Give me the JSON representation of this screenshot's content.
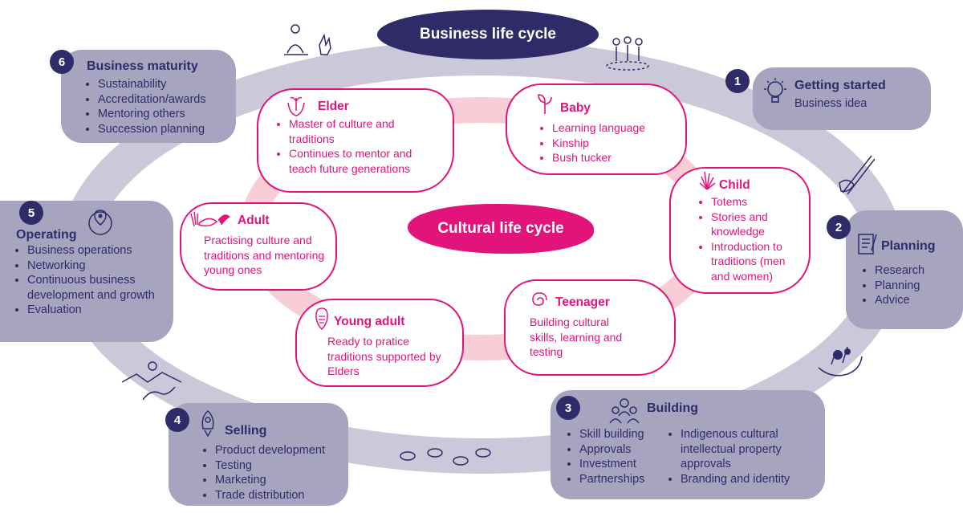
{
  "titles": {
    "business": "Business life cycle",
    "cultural": "Cultural life cycle"
  },
  "business_stages": [
    {
      "number": "1",
      "title": "Getting started",
      "text": "Business idea"
    },
    {
      "number": "2",
      "title": "Planning",
      "items": [
        "Research",
        "Planning",
        "Advice"
      ]
    },
    {
      "number": "3",
      "title": "Building",
      "items_left": [
        "Skill building",
        "Approvals",
        "Investment",
        "Partnerships"
      ],
      "items_right": [
        "Indigenous cultural intellectual property approvals",
        "Branding and identity"
      ]
    },
    {
      "number": "4",
      "title": "Selling",
      "items": [
        "Product development",
        "Testing",
        "Marketing",
        "Trade distribution"
      ]
    },
    {
      "number": "5",
      "title": "Operating",
      "items": [
        "Business operations",
        "Networking",
        "Continuous business development and growth",
        "Evaluation"
      ]
    },
    {
      "number": "6",
      "title": "Business maturity",
      "items": [
        "Sustainability",
        "Accreditation/awards",
        "Mentoring others",
        "Succession planning"
      ]
    }
  ],
  "cultural_stages": {
    "baby": {
      "title": "Baby",
      "items": [
        "Learning language",
        "Kinship",
        "Bush tucker"
      ]
    },
    "child": {
      "title": "Child",
      "items": [
        "Totems",
        "Stories and knowledge",
        "Introduction to traditions (men and women)"
      ]
    },
    "teenager": {
      "title": "Teenager",
      "text": "Building cultural skills, learning and testing"
    },
    "young_adult": {
      "title": "Young adult",
      "text": "Ready to pratice traditions supported by Elders"
    },
    "adult": {
      "title": "Adult",
      "text": "Practising culture and traditions and mentoring young ones"
    },
    "elder": {
      "title": "Elder",
      "items": [
        "Master of culture and traditions",
        "Continues to mentor and teach future generations"
      ]
    }
  },
  "colors": {
    "business_navy": "#2f2b69",
    "business_box": "#a7a4bf",
    "business_ring": "#cbc8da",
    "cultural_pink": "#e2147a",
    "cultural_ring": "#f7cdd6"
  }
}
